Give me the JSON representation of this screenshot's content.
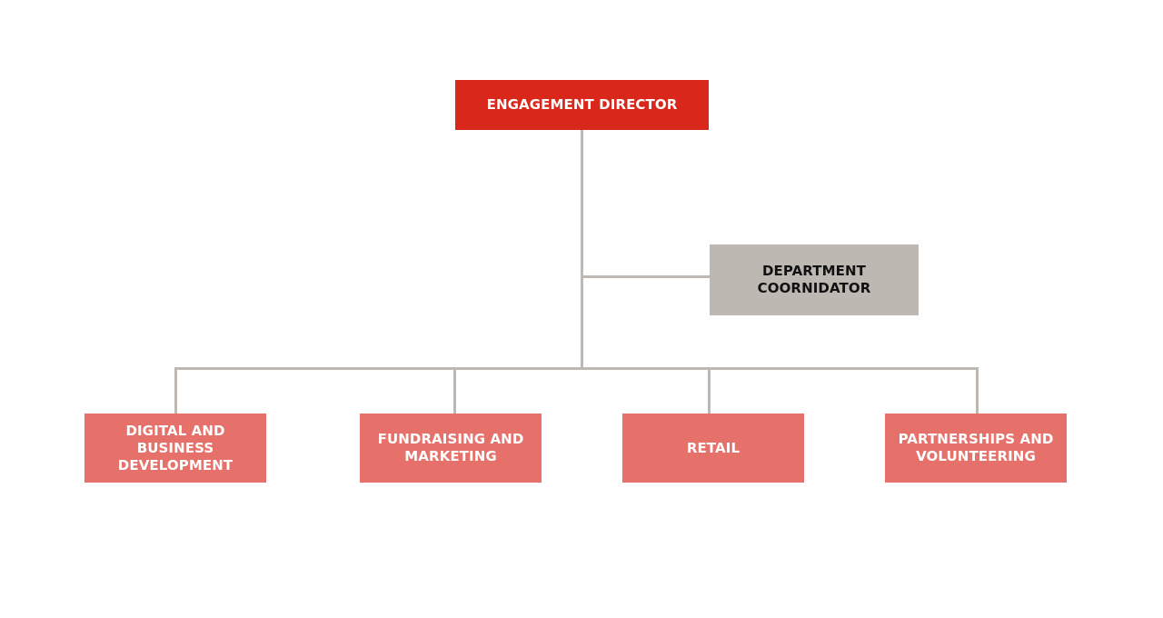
{
  "colors": {
    "director_fill": "#d9281b",
    "director_text": "#ffffff",
    "coordinator_fill": "#bdb8b2",
    "coordinator_text": "#111111",
    "department_fill": "#e6716b",
    "department_text": "#ffffff",
    "connector": "#bdb8b2"
  },
  "org_chart": {
    "director": {
      "label": "ENGAGEMENT DIRECTOR"
    },
    "coordinator": {
      "label": "DEPARTMENT\nCOORNIDATOR"
    },
    "departments": [
      {
        "label": "DIGITAL AND\nBUSINESS\nDEVELOPMENT"
      },
      {
        "label": "FUNDRAISING AND\nMARKETING"
      },
      {
        "label": "RETAIL"
      },
      {
        "label": "PARTNERSHIPS AND\nVOLUNTEERING"
      }
    ]
  }
}
